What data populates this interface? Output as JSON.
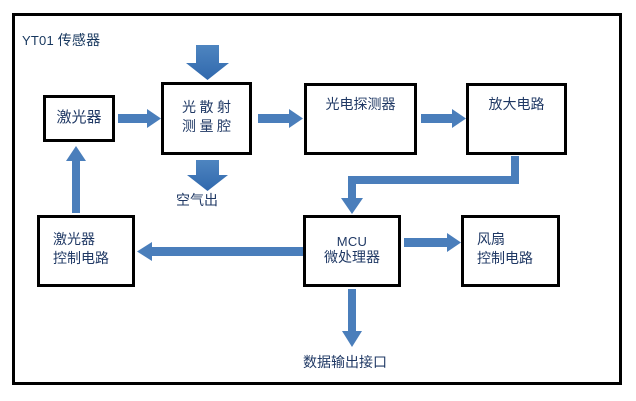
{
  "diagram": {
    "title": "YT01 传感器",
    "title_latin": "YT01",
    "title_cjk": "传感器",
    "colors": {
      "block_border": "#000000",
      "block_text": "#1f3864",
      "arrow_blue": "#4a7ebb",
      "block_arrow_blue": "#3b72b5",
      "enclosure_border": "#000000",
      "background": "#ffffff"
    },
    "blocks": [
      {
        "id": "laser",
        "line1": "激光器",
        "line2": ""
      },
      {
        "id": "chamber",
        "line1": "光 散 射",
        "line2": "测 量 腔"
      },
      {
        "id": "photodetector",
        "line1": "光电探测器",
        "line2": ""
      },
      {
        "id": "amplifier",
        "line1": "放大电路",
        "line2": ""
      },
      {
        "id": "laser_control",
        "line1": "激光器",
        "line2": "控制电路"
      },
      {
        "id": "mcu",
        "line1": "MCU",
        "line2": "微处理器"
      },
      {
        "id": "fan_control",
        "line1": "风扇",
        "line2": "控制电路"
      }
    ],
    "labels": [
      {
        "id": "air_out",
        "text": "空气出"
      },
      {
        "id": "data_output",
        "text": "数据输出接口"
      }
    ],
    "flows": [
      {
        "id": "air-in-arrow",
        "from": "air-inlet",
        "to": "chamber"
      },
      {
        "id": "laser-to-chamber",
        "from": "laser",
        "to": "chamber"
      },
      {
        "id": "chamber-to-photodetector",
        "from": "chamber",
        "to": "photodetector"
      },
      {
        "id": "photodetector-to-amplifier",
        "from": "photodetector",
        "to": "amplifier"
      },
      {
        "id": "chamber-to-air-out",
        "from": "chamber",
        "to": "air_out"
      },
      {
        "id": "amplifier-to-mcu",
        "from": "amplifier",
        "to": "mcu"
      },
      {
        "id": "mcu-to-laser-control",
        "from": "mcu",
        "to": "laser_control"
      },
      {
        "id": "laser-control-to-laser",
        "from": "laser_control",
        "to": "laser"
      },
      {
        "id": "mcu-to-fan-control",
        "from": "mcu",
        "to": "fan_control"
      },
      {
        "id": "mcu-to-data-output",
        "from": "mcu",
        "to": "data_output"
      }
    ]
  }
}
